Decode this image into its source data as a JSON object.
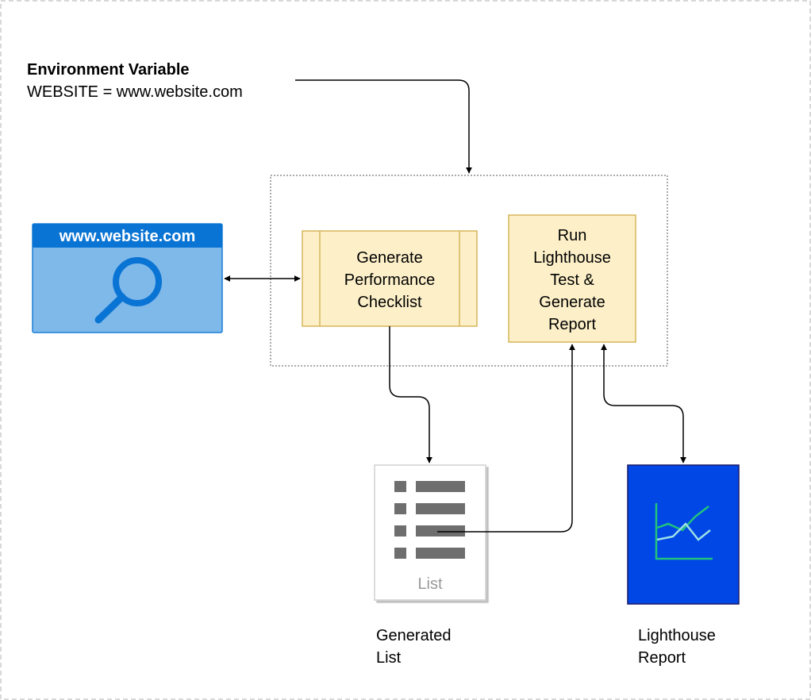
{
  "env": {
    "title": "Environment Variable",
    "value": "WEBSITE = www.website.com"
  },
  "website": {
    "label": "www.website.com",
    "icon": "magnifier-icon",
    "fill": "#7fb9ea",
    "header_fill": "#0a74d4"
  },
  "checklist": {
    "lines": [
      "Generate",
      "Performance",
      "Checklist"
    ]
  },
  "lighthouse_test": {
    "lines": [
      "Run",
      "Lighthouse",
      "Test &",
      "Generate",
      "Report"
    ]
  },
  "list_doc": {
    "label": "List",
    "icon": "list-icon"
  },
  "generated_list": {
    "lines": [
      "Generated",
      "List"
    ]
  },
  "report_doc": {
    "icon": "line-chart-icon",
    "fill": "#0047e6",
    "line_colors": [
      "#22c47a",
      "#9de0e6"
    ]
  },
  "lighthouse_report": {
    "lines": [
      "Lighthouse",
      "Report"
    ]
  },
  "colors": {
    "process_fill": "#fdf0c9",
    "process_stroke": "#d6b65a",
    "connector": "#000000",
    "frame": "#cccccc"
  }
}
